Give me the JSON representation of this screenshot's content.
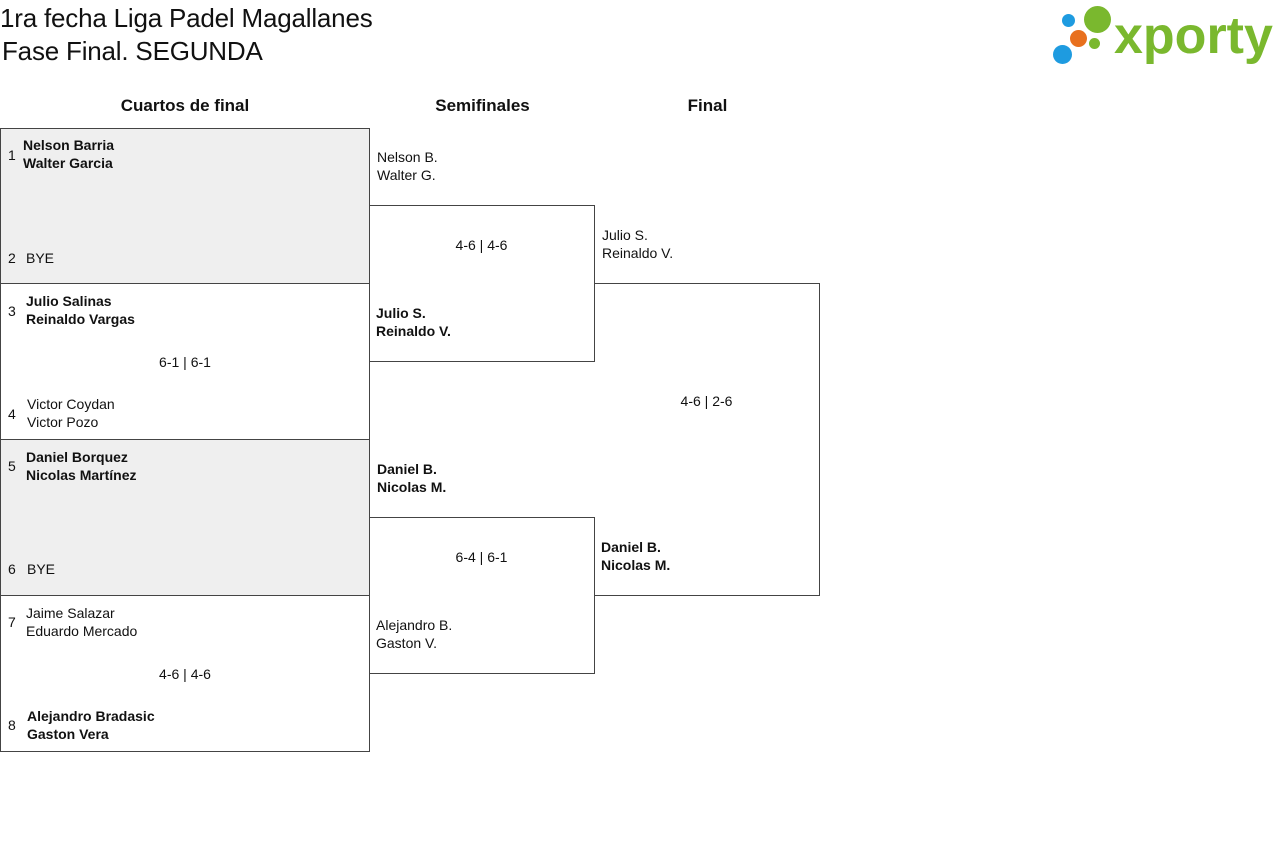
{
  "header": {
    "title_line1": "1ra fecha Liga Padel Magallanes",
    "title_line2": "Fase Final. SEGUNDA"
  },
  "logo": {
    "text": "xporty",
    "colors": {
      "green": "#7ab82e",
      "blue": "#1e9be0",
      "orange": "#e8701e"
    }
  },
  "columns": {
    "quarterfinals": "Cuartos de final",
    "semifinals": "Semifinales",
    "final": "Final"
  },
  "quarterfinals": [
    {
      "top": {
        "seed": "1",
        "p1": "Nelson Barria",
        "p2": "Walter Garcia"
      },
      "bottom": {
        "seed": "2",
        "p1": "BYE",
        "p2": ""
      },
      "score": ""
    },
    {
      "top": {
        "seed": "3",
        "p1": "Julio Salinas",
        "p2": "Reinaldo Vargas"
      },
      "bottom": {
        "seed": "4",
        "p1": "Victor Coydan",
        "p2": "Victor Pozo"
      },
      "score": "6-1 | 6-1"
    },
    {
      "top": {
        "seed": "5",
        "p1": "Daniel Borquez",
        "p2": "Nicolas Martínez"
      },
      "bottom": {
        "seed": "6",
        "p1": "BYE",
        "p2": ""
      },
      "score": ""
    },
    {
      "top": {
        "seed": "7",
        "p1": "Jaime Salazar",
        "p2": "Eduardo Mercado"
      },
      "bottom": {
        "seed": "8",
        "p1": "Alejandro Bradasic",
        "p2": "Gaston Vera"
      },
      "score": "4-6 | 4-6"
    }
  ],
  "semifinals": [
    {
      "top": {
        "p1": "Nelson B.",
        "p2": "Walter G."
      },
      "bottom": {
        "p1": "Julio S.",
        "p2": "Reinaldo V."
      },
      "score": "4-6 | 4-6"
    },
    {
      "top": {
        "p1": "Daniel B.",
        "p2": "Nicolas M."
      },
      "bottom": {
        "p1": "Alejandro B.",
        "p2": "Gaston V."
      },
      "score": "6-4 | 6-1"
    }
  ],
  "final": {
    "top": {
      "p1": "Julio S.",
      "p2": "Reinaldo V."
    },
    "bottom": {
      "p1": "Daniel B.",
      "p2": "Nicolas M."
    },
    "score": "4-6 | 2-6"
  }
}
